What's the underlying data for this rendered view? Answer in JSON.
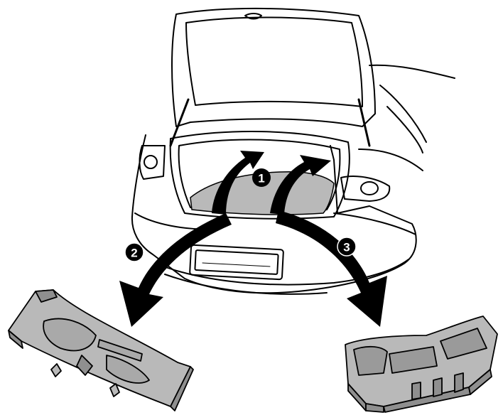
{
  "colors": {
    "line": "#000000",
    "panel_fill": "#b9b9b9",
    "panel_dark": "#8f8f8f",
    "badge_fill": "#000000",
    "badge_text": "#ffffff",
    "background": "#ffffff"
  },
  "steps": [
    {
      "label": "1"
    },
    {
      "label": "2"
    },
    {
      "label": "3"
    }
  ],
  "parts": {
    "trunk_floor_cover": "trunk-floor-cover",
    "left_panel": "removed-trim-panel",
    "right_panel": "removed-foam-tray"
  }
}
